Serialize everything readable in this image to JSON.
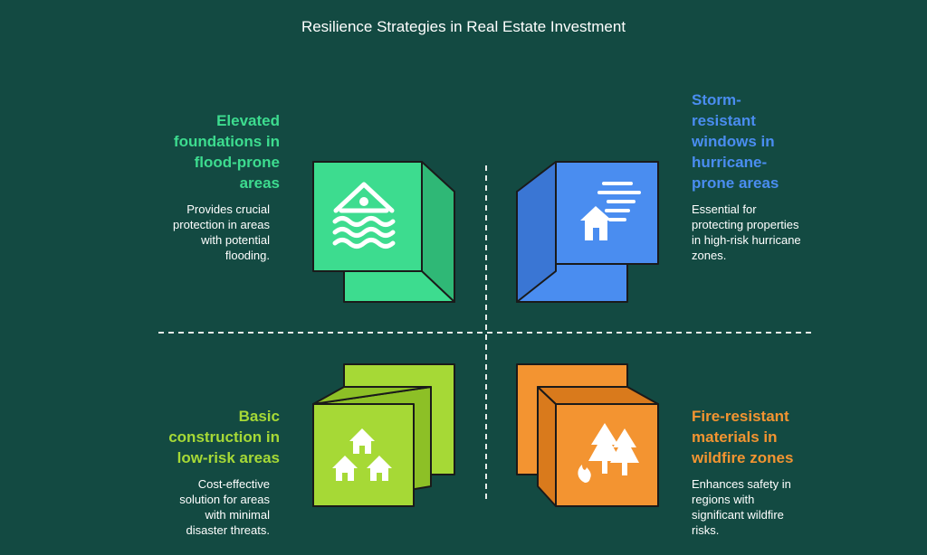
{
  "title": "Resilience Strategies in Real Estate Investment",
  "colors": {
    "background": "#134a42",
    "green": "#3ddc8f",
    "blue": "#4a8df0",
    "lime": "#a6d936",
    "orange": "#f39431",
    "divider": "#e8ece9"
  },
  "quadrants": {
    "top_left": {
      "heading_lines": [
        "Elevated",
        "foundations in",
        "flood-prone",
        "areas"
      ],
      "desc_lines": [
        "Provides crucial",
        "protection in areas",
        "with potential",
        "flooding."
      ],
      "icon": "flooded-house-icon"
    },
    "top_right": {
      "heading_lines": [
        "Storm-",
        "resistant",
        "windows in",
        "hurricane-",
        "prone areas"
      ],
      "desc_lines": [
        "Essential for",
        "protecting properties",
        "in high-risk hurricane",
        "zones."
      ],
      "icon": "house-wind-icon"
    },
    "bottom_left": {
      "heading_lines": [
        "Basic",
        "construction in",
        "low-risk areas"
      ],
      "desc_lines": [
        "Cost-effective",
        "solution for areas",
        "with minimal",
        "disaster threats."
      ],
      "icon": "house-cluster-icon"
    },
    "bottom_right": {
      "heading_lines": [
        "Fire-resistant",
        "materials in",
        "wildfire zones"
      ],
      "desc_lines": [
        "Enhances safety in",
        "regions with",
        "significant wildfire",
        "risks."
      ],
      "icon": "forest-fire-icon"
    }
  }
}
